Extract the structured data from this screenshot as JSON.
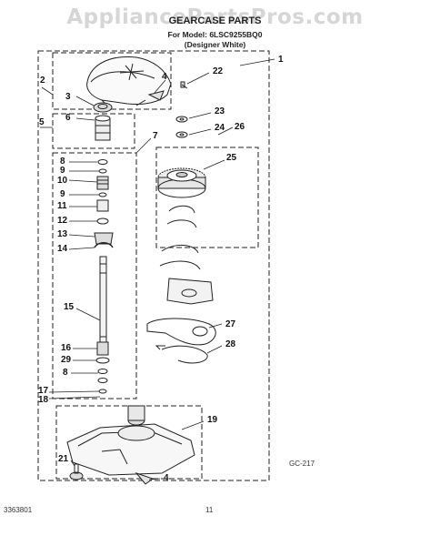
{
  "header": {
    "watermark": "AppliancePartsPros.com",
    "title": "GEARCASE PARTS",
    "model_line": "For Model: 6LSC9255BQ0",
    "variant_line": "(Designer White)"
  },
  "callouts": {
    "c1": "1",
    "c2": "2",
    "c3": "3",
    "c4a": "4",
    "c4b": "4",
    "c5": "5",
    "c6": "6",
    "c7": "7",
    "c8a": "8",
    "c9a": "9",
    "c10": "10",
    "c9b": "9",
    "c11": "11",
    "c12": "12",
    "c13": "13",
    "c14": "14",
    "c15": "15",
    "c16": "16",
    "c29": "29",
    "c8b": "8",
    "c17": "17",
    "c18": "18",
    "c19": "19",
    "c21": "21",
    "c22": "22",
    "c23": "23",
    "c24": "24",
    "c25": "25",
    "c26": "26",
    "c27": "27",
    "c28": "28"
  },
  "footer": {
    "figure_code": "GC-217",
    "doc_number": "3363801",
    "page_number": "11"
  }
}
